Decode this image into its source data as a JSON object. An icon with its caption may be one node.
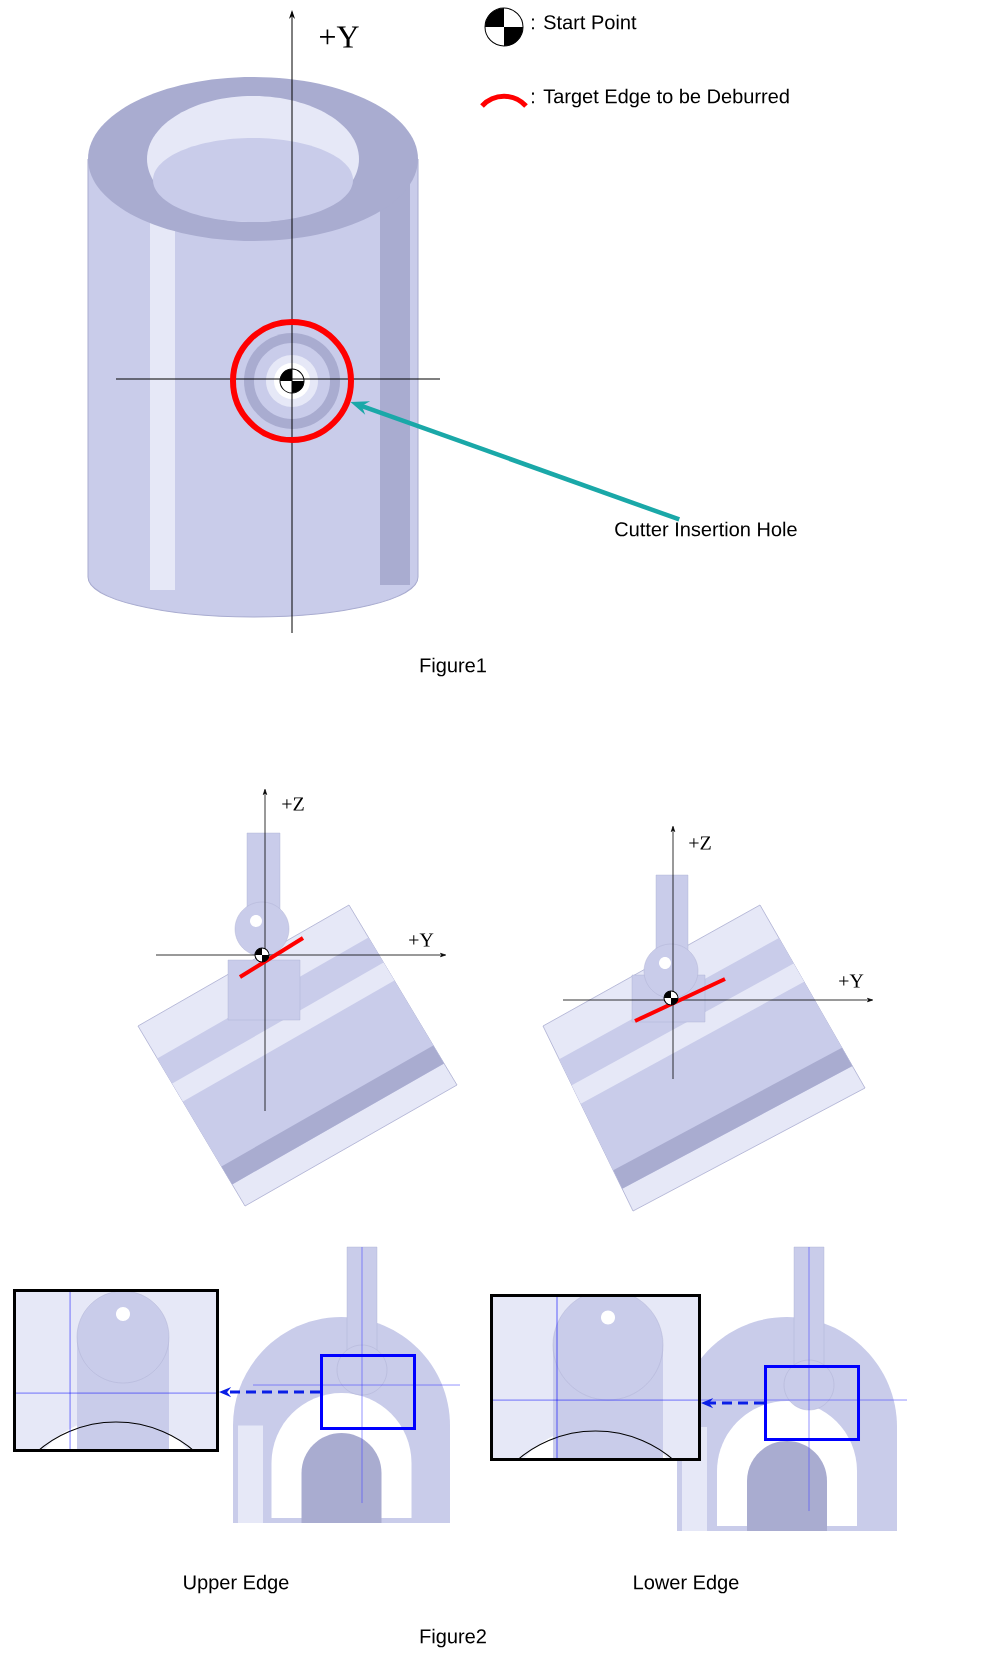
{
  "diagram": {
    "nodes": [
      {
        "text": [
          "Cutter Insertion Hole"
        ]
      },
      {
        "text": [],
        "shape": "circle"
      },
      {
        "text": [],
        "shape": "picture"
      },
      {
        "text": [],
        "shape": "box"
      },
      {
        "text": [],
        "shape": "picture"
      },
      {
        "text": [],
        "shape": "box"
      }
    ],
    "edges": [
      {
        "from": 0,
        "to": 1,
        "arrow": "to",
        "color": "#1aa8a8"
      },
      {
        "from": 3,
        "to": 2,
        "arrow": "to",
        "style": "dashed",
        "color": "#0a1ee6"
      },
      {
        "from": 5,
        "to": 4,
        "arrow": "to",
        "style": "dashed",
        "color": "#0a1ee6"
      }
    ],
    "labels": [
      "+Y",
      "Figure1",
      "+Z",
      "+Y",
      "+Z",
      "+Y",
      "Upper Edge",
      "Lower Edge",
      "Figure2"
    ],
    "legend": [
      {
        "text": ": Start Point"
      },
      {
        "text": ": Target Edge to be Deburred"
      }
    ]
  }
}
